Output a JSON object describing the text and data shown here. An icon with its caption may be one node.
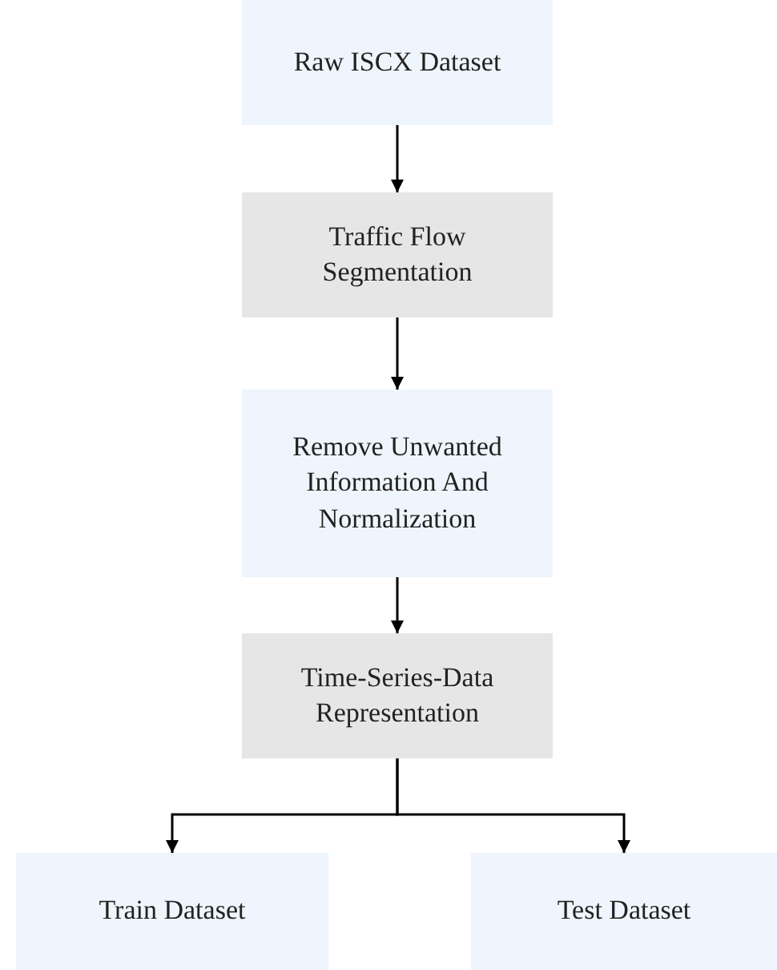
{
  "diagram": {
    "nodes": [
      {
        "text": [
          "Raw ISCX Dataset"
        ]
      },
      {
        "text": [
          "Traffic Flow Segmentation"
        ]
      },
      {
        "text": [
          "Remove Unwanted Information And Normalization"
        ]
      },
      {
        "text": [
          "Time-Series-Data Representation"
        ]
      },
      {
        "text": [
          "Train Dataset"
        ]
      },
      {
        "text": [
          "Test Dataset"
        ]
      }
    ],
    "edges": [
      {
        "from": 0,
        "to": 1,
        "arrow": "to"
      },
      {
        "from": 1,
        "to": 2,
        "arrow": "to"
      },
      {
        "from": 2,
        "to": 3,
        "arrow": "to"
      },
      {
        "from": 3,
        "to": 4,
        "arrow": "to"
      },
      {
        "from": 3,
        "to": 5,
        "arrow": "to"
      }
    ]
  }
}
